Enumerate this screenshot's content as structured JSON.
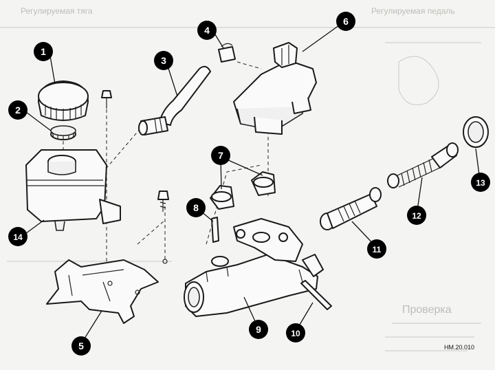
{
  "diagram": {
    "callouts": [
      "1",
      "2",
      "3",
      "4",
      "5",
      "6",
      "7",
      "8",
      "9",
      "10",
      "11",
      "12",
      "13",
      "14"
    ],
    "reference_code": "HM.20.010",
    "ghost_text": {
      "top_left": "Регулируемая тяга",
      "top_right": "Регулируемая педаль",
      "bottom_right": "Проверка"
    }
  }
}
